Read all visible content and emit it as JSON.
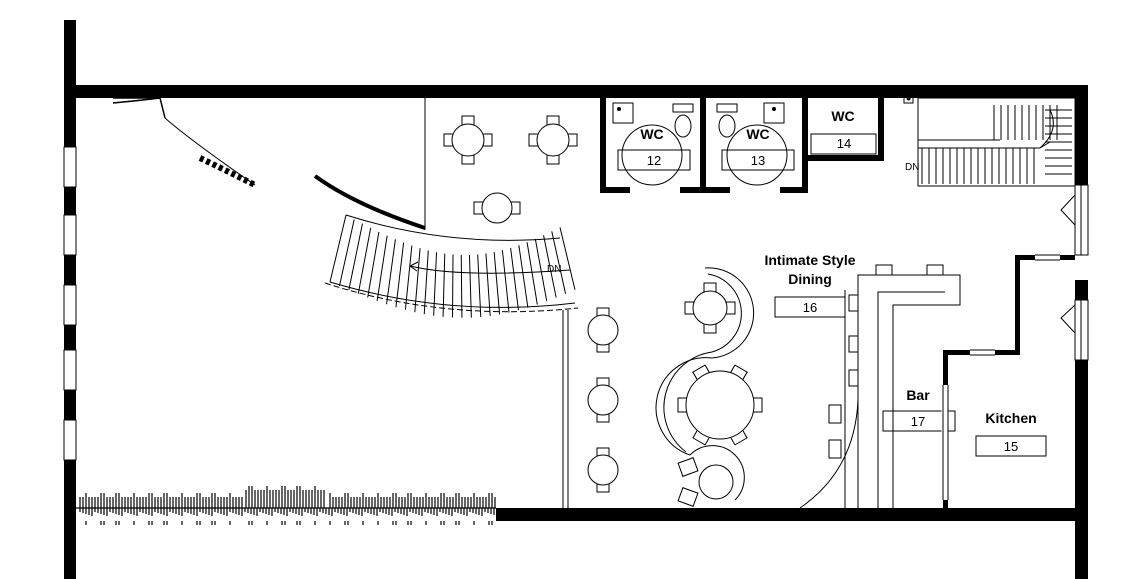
{
  "rooms": {
    "wc_12": {
      "title": "WC",
      "number": "12"
    },
    "wc_13": {
      "title": "WC",
      "number": "13"
    },
    "wc_14": {
      "title": "WC",
      "number": "14"
    },
    "dining": {
      "title_line1": "Intimate Style",
      "title_line2": "Dining",
      "number": "16"
    },
    "bar": {
      "title": "Bar",
      "number": "17"
    },
    "kitchen": {
      "title": "Kitchen",
      "number": "15"
    }
  },
  "stairs": {
    "curved_label": "DN",
    "right_label": "DN"
  },
  "colors": {
    "wall": "#000000",
    "line": "#000000",
    "background": "#ffffff"
  }
}
